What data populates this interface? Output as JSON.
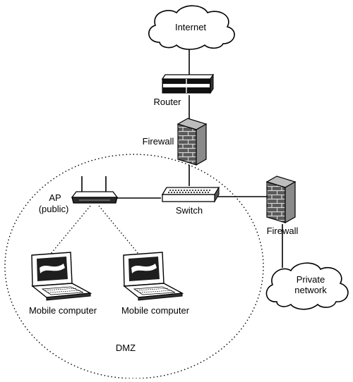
{
  "labels": {
    "internet": "Internet",
    "router": "Router",
    "firewall_top": "Firewall",
    "switch": "Switch",
    "firewall_right": "Firewall",
    "private_network_line1": "Private",
    "private_network_line2": "network",
    "ap_line1": "AP",
    "ap_line2": "(public)",
    "mobile_left": "Mobile computer",
    "mobile_right": "Mobile computer",
    "dmz": "DMZ"
  },
  "icons": {
    "cloud": "cloud-icon",
    "router": "router-icon",
    "firewall": "brick-wall-icon",
    "switch": "network-switch-icon",
    "access_point": "wireless-access-point-icon",
    "laptop": "laptop-icon"
  },
  "colors": {
    "stroke": "#000000",
    "fill": "#ffffff",
    "brick": "#5a5a5a",
    "mortar": "#d9d9d9",
    "screen": "#1e1e1e"
  }
}
